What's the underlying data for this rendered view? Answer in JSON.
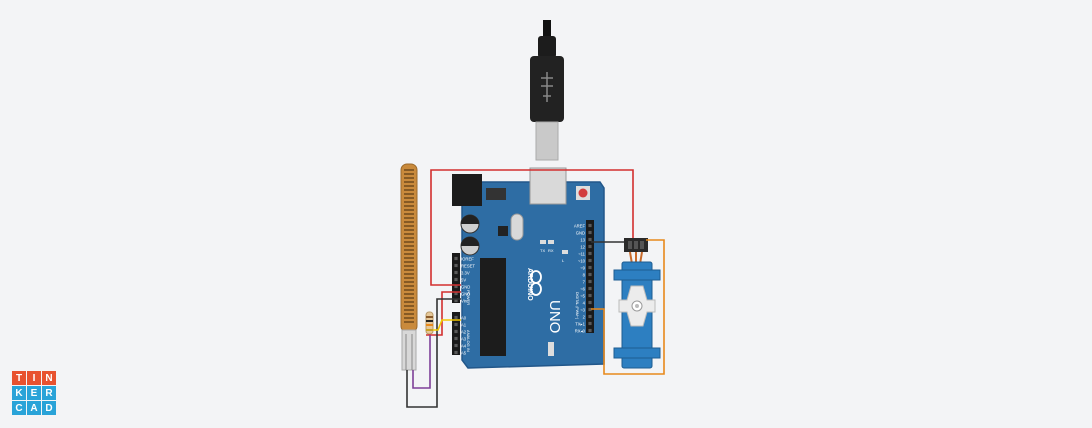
{
  "logo": {
    "letters": [
      "T",
      "I",
      "N",
      "K",
      "E",
      "R",
      "C",
      "A",
      "D"
    ],
    "colors": [
      "#e8522f",
      "#e8522f",
      "#e8522f",
      "#29a3d8",
      "#29a3d8",
      "#29a3d8",
      "#29a3d8",
      "#29a3d8",
      "#29a3d8"
    ]
  },
  "board": {
    "brand": "ARDUINO",
    "model": "UNO",
    "power_header_label": "POWER",
    "analog_header_label": "ANALOG IN",
    "digital_header_label": "DIGITAL (PWM~)",
    "power_pins": [
      "IOREF",
      "RESET",
      "3.3V",
      "5V",
      "GND",
      "GND",
      "Vin"
    ],
    "analog_pins": [
      "A0",
      "A1",
      "A2",
      "A3",
      "A4",
      "A5"
    ],
    "digital_pins": [
      "AREF",
      "GND",
      "13",
      "12",
      "~11",
      "~10",
      "~9",
      "8",
      "7",
      "~6",
      "~5",
      "4",
      "~3",
      "2",
      "TX▸1",
      "RX◂0"
    ],
    "led_labels": [
      "TX",
      "RX",
      "L"
    ],
    "color": "#2e6da4"
  },
  "wires": {
    "red": "#d32f2f",
    "black": "#333333",
    "orange": "#e8891c",
    "purple": "#7e3f98",
    "yellow": "#f2c800"
  },
  "servo": {
    "color": "#2d7fc1"
  },
  "flex_sensor": {
    "color": "#c98a3c"
  }
}
